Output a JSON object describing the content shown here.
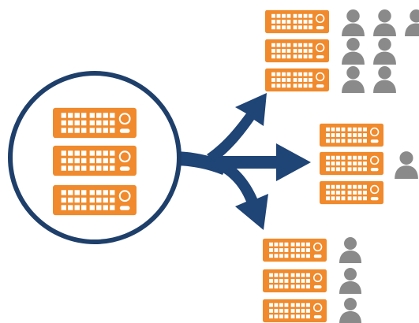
{
  "colors": {
    "server_orange": "#f08a2c",
    "server_grill": "#ffffff",
    "circle_stroke": "#1f3f6b",
    "arrow_navy": "#1f4476",
    "person_gray": "#8a8a8a",
    "background": "#ffffff"
  },
  "icons": {
    "server": "server-rack-icon",
    "person": "person-icon"
  },
  "source": {
    "servers": 3
  },
  "branches": [
    {
      "direction": "up-right",
      "servers": 3,
      "users_per_server": [
        3,
        2,
        2
      ]
    },
    {
      "direction": "right",
      "servers": 3,
      "users_per_server": [
        0,
        1,
        0
      ]
    },
    {
      "direction": "down-right",
      "servers": 3,
      "users_per_server": [
        1,
        1,
        1
      ]
    }
  ]
}
